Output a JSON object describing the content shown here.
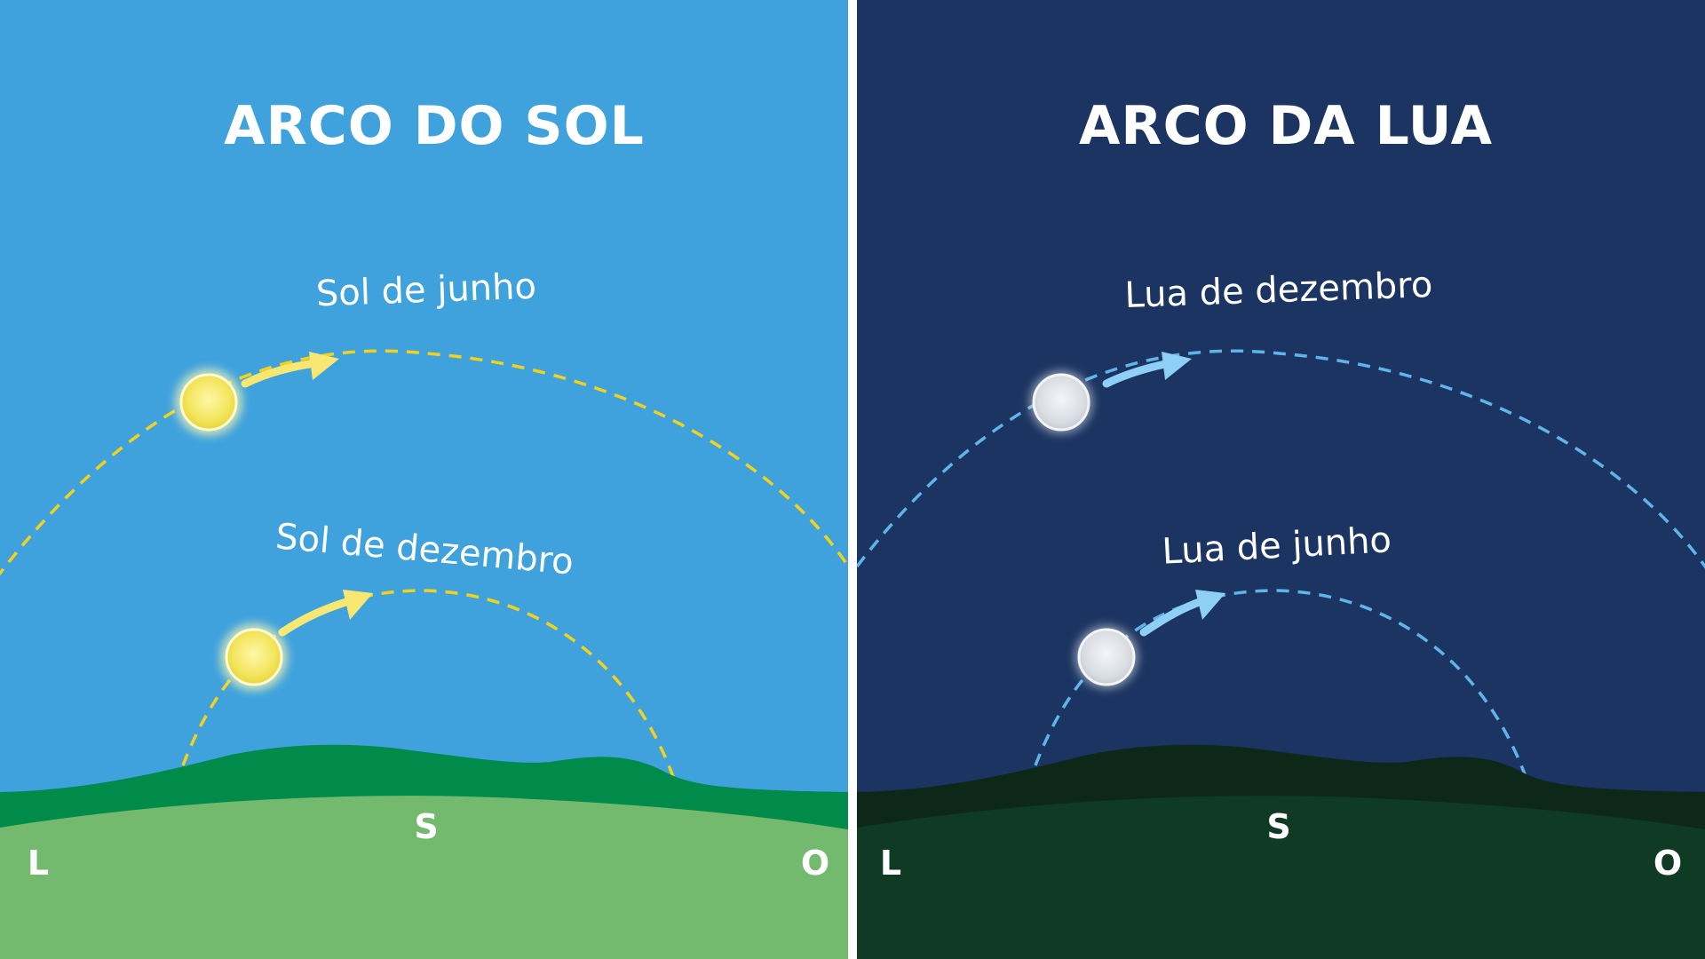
{
  "panels": {
    "sun": {
      "title": "ARCO DO SOL",
      "high_arc_label": "Sol de junho",
      "low_arc_label": "Sol de dezembro",
      "directions": {
        "east": "L",
        "south": "S",
        "west": "O"
      },
      "colors": {
        "sky": "#3FA2DD",
        "hills": "#008B4B",
        "ground": "#73BA6F",
        "path": "#F4D21C",
        "arrow": "#F8E872",
        "body": "#F6EB6A"
      },
      "body_icon": "sun-icon"
    },
    "moon": {
      "title": "ARCO DA LUA",
      "high_arc_label": "Lua de dezembro",
      "low_arc_label": "Lua de junho",
      "directions": {
        "east": "L",
        "south": "S",
        "west": "O"
      },
      "colors": {
        "sky": "#1B3461",
        "hills": "#0D2818",
        "ground": "#0F3B25",
        "path": "#5FB5EA",
        "arrow": "#8ECFF5",
        "body": "#DCE0E5"
      },
      "body_icon": "moon-icon"
    }
  }
}
